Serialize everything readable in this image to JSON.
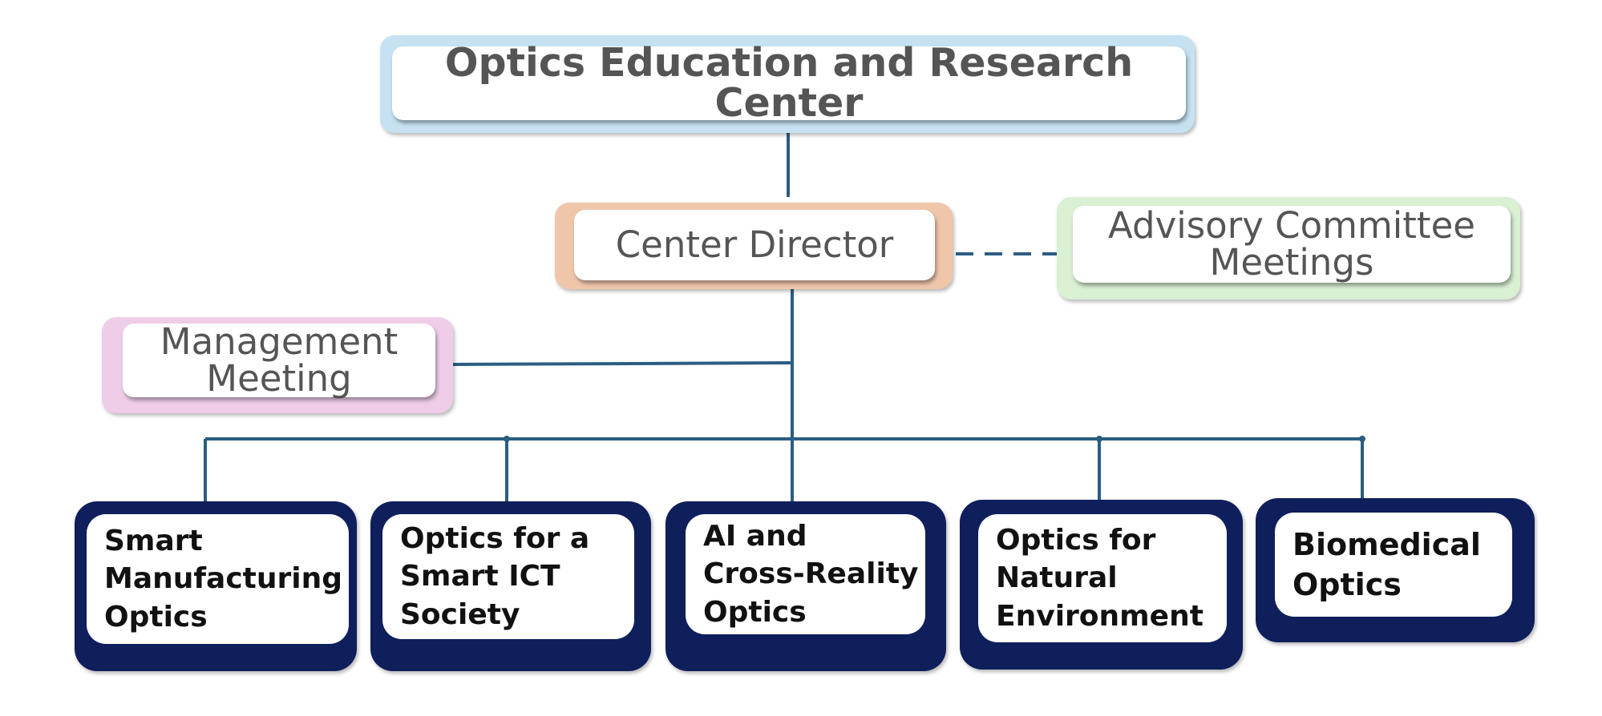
{
  "top": {
    "title": "Optics Education and Research Center"
  },
  "director": {
    "label": "Center Director"
  },
  "advisory": {
    "label": "Advisory Committee\nMeetings"
  },
  "management": {
    "label": "Management\nMeeting"
  },
  "groups": [
    {
      "label": "Smart\nManufacturing\nOptics"
    },
    {
      "label": "Optics for a\nSmart ICT\nSociety"
    },
    {
      "label": "AI and\nCross-Reality\nOptics"
    },
    {
      "label": "Optics for\nNatural\nEnvironment"
    },
    {
      "label": "Biomedical\nOptics"
    }
  ],
  "colors": {
    "connector": "#2b5d82",
    "top_border": "#c6e2f2",
    "director_border": "#f0c6ab",
    "advisory_border": "#d9f0d3",
    "management_border": "#efcde9",
    "group_border": "#0f1f5c"
  }
}
